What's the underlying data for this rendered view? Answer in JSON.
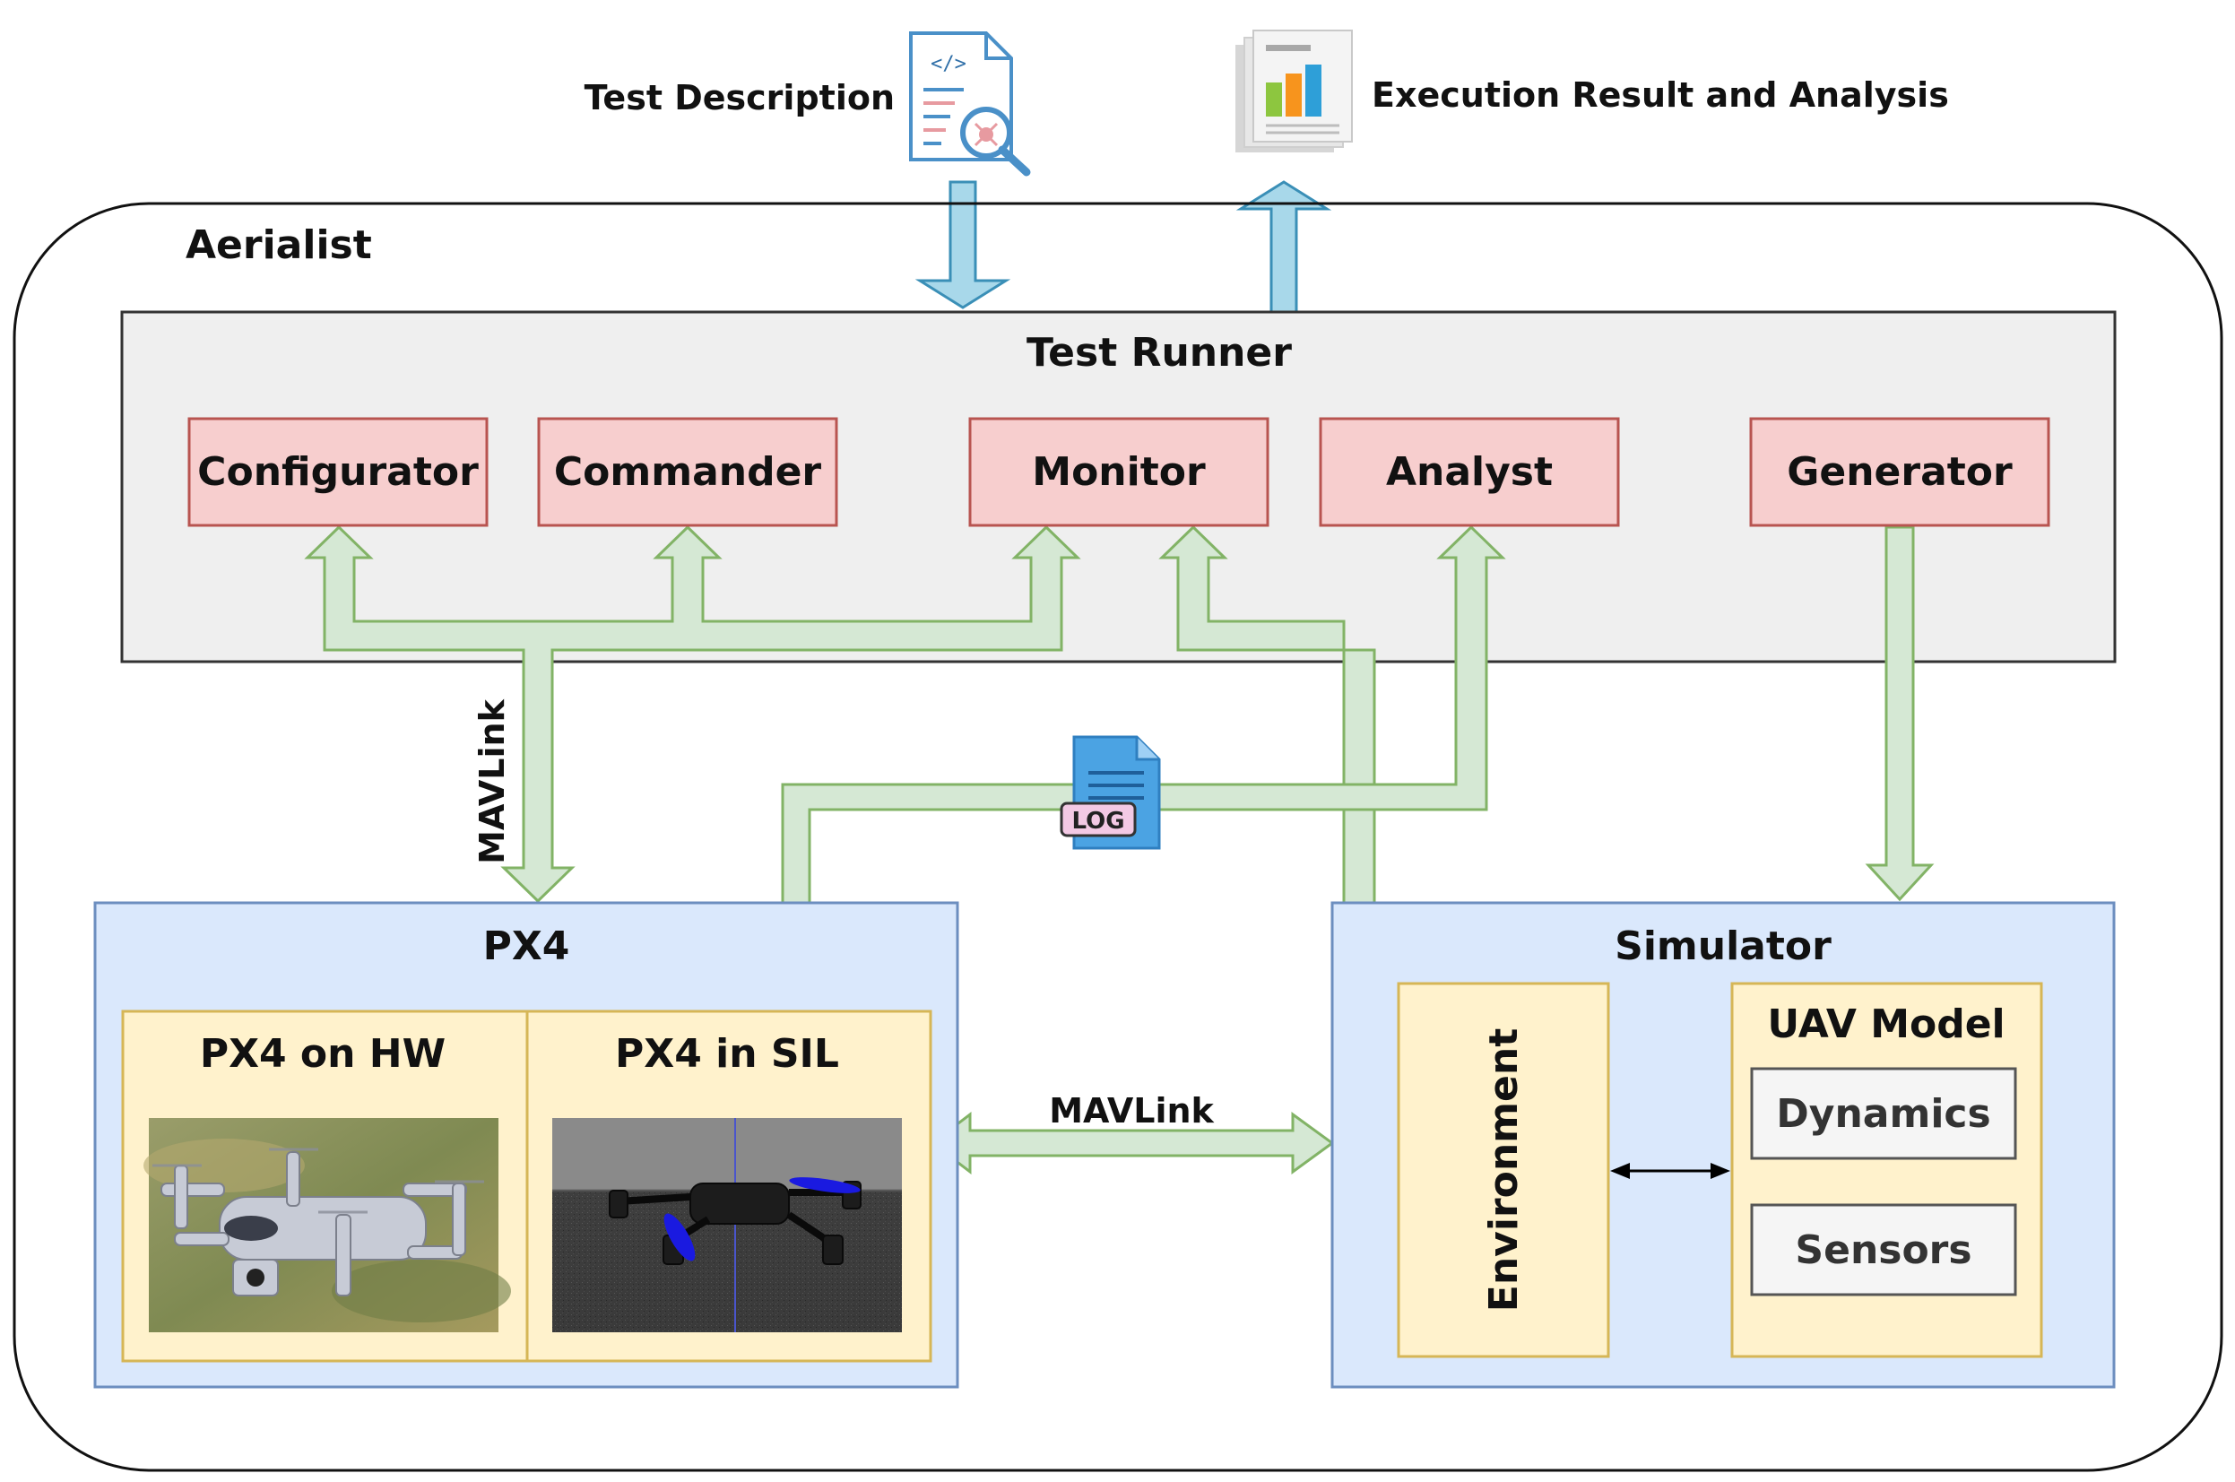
{
  "top": {
    "input_label": "Test Description",
    "output_label": "Execution Result and Analysis"
  },
  "system": {
    "name": "Aerialist"
  },
  "runner": {
    "title": "Test Runner",
    "components": {
      "configurator": "Configurator",
      "commander": "Commander",
      "monitor": "Monitor",
      "analyst": "Analyst",
      "generator": "Generator"
    }
  },
  "links": {
    "mavlink_vertical": "MAVLink",
    "mavlink_horizontal": "MAVLink",
    "log_badge": "LOG"
  },
  "px4": {
    "title": "PX4",
    "hw_title": "PX4 on HW",
    "sil_title": "PX4 in SIL"
  },
  "simulator": {
    "title": "Simulator",
    "environment": "Environment",
    "uav_model": "UAV Model",
    "dynamics": "Dynamics",
    "sensors": "Sensors"
  },
  "colors": {
    "runner_bg": "#efefef",
    "component_fill": "#f7cece",
    "component_stroke": "#b85450",
    "block_fill": "#dae8fc",
    "block_stroke": "#6c8ebf",
    "inner_fill": "#fff2cc",
    "inner_stroke": "#d6b656",
    "green_fill": "#d5e8d4",
    "green_stroke": "#82b366",
    "blue_arrow_fill": "#a8d8ea",
    "blue_arrow_stroke": "#3a8fb7"
  },
  "icons": {
    "input": "test-document-icon",
    "output": "report-chart-icon",
    "log": "log-file-icon"
  }
}
